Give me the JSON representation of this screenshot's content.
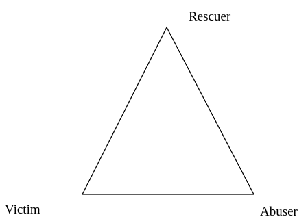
{
  "diagram": {
    "labels": {
      "rescuer": "Rescuer",
      "victim": "Victim",
      "abuser": "Abuser"
    },
    "colors": {
      "stroke": "#000000",
      "background": "#ffffff"
    }
  }
}
